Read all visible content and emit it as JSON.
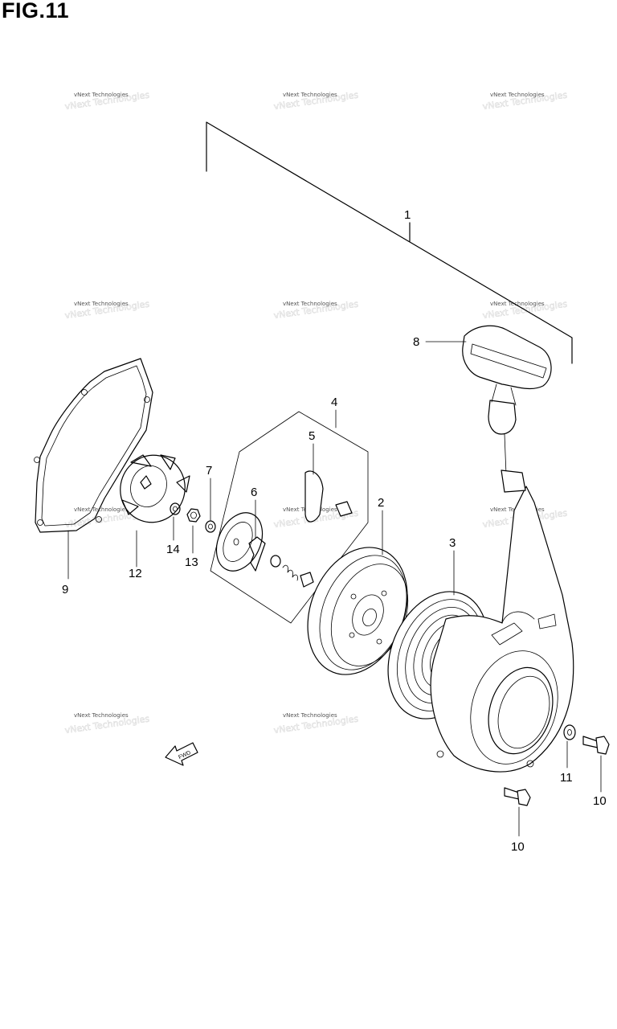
{
  "figure": {
    "title": "FIG.11"
  },
  "watermark": {
    "text": "vNext Technologies"
  },
  "fwd_label": "FWD",
  "callouts": [
    {
      "id": "c1",
      "label": "1"
    },
    {
      "id": "c2",
      "label": "2"
    },
    {
      "id": "c3",
      "label": "3"
    },
    {
      "id": "c4",
      "label": "4"
    },
    {
      "id": "c5",
      "label": "5"
    },
    {
      "id": "c6",
      "label": "6"
    },
    {
      "id": "c7",
      "label": "7"
    },
    {
      "id": "c8",
      "label": "8"
    },
    {
      "id": "c9",
      "label": "9"
    },
    {
      "id": "c10a",
      "label": "10"
    },
    {
      "id": "c10b",
      "label": "10"
    },
    {
      "id": "c11",
      "label": "11"
    },
    {
      "id": "c12",
      "label": "12"
    },
    {
      "id": "c13",
      "label": "13"
    },
    {
      "id": "c14",
      "label": "14"
    }
  ]
}
